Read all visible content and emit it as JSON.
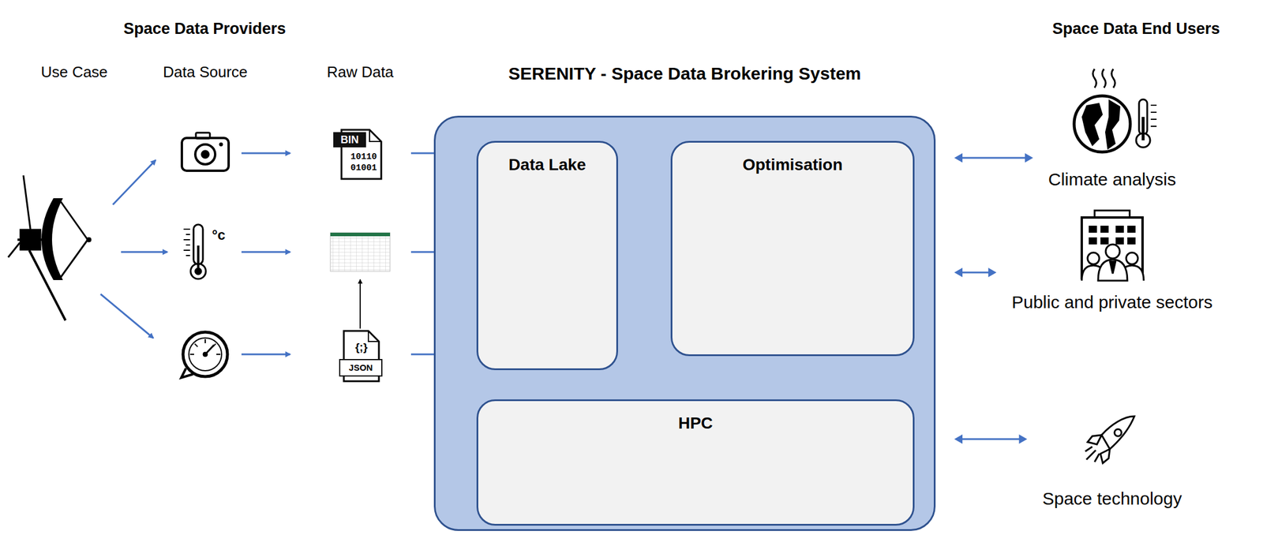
{
  "diagram": {
    "nodes": [
      {
        "text": [
          "SERENITY - Space Data Brokering System"
        ]
      },
      {
        "text": [
          "Data Lake"
        ],
        "in": 0
      },
      {
        "text": [
          "Optimisation"
        ],
        "in": 0
      },
      {
        "text": [
          "HPC"
        ],
        "in": 0
      },
      {
        "text": [
          "Climate analysis"
        ]
      },
      {
        "text": [
          "Public and private sectors"
        ]
      },
      {
        "text": [
          "Space technology"
        ]
      }
    ],
    "edges": [
      {
        "from": 1,
        "to": 2,
        "arrow": "both"
      },
      {
        "from": 1,
        "to": 3,
        "arrow": "both"
      },
      {
        "from": 2,
        "to": 3,
        "arrow": "both"
      },
      {
        "from": 0,
        "to": 4,
        "arrow": "both"
      },
      {
        "from": 0,
        "to": 5,
        "arrow": "both"
      },
      {
        "from": 0,
        "to": 6,
        "arrow": "both"
      }
    ],
    "labels": [
      "Space Data Providers",
      "Space Data End Users",
      "Use Case",
      "Data Source",
      "Raw Data",
      "BIN",
      "10110",
      "01001",
      "{;}",
      "JSON",
      "°c"
    ]
  }
}
